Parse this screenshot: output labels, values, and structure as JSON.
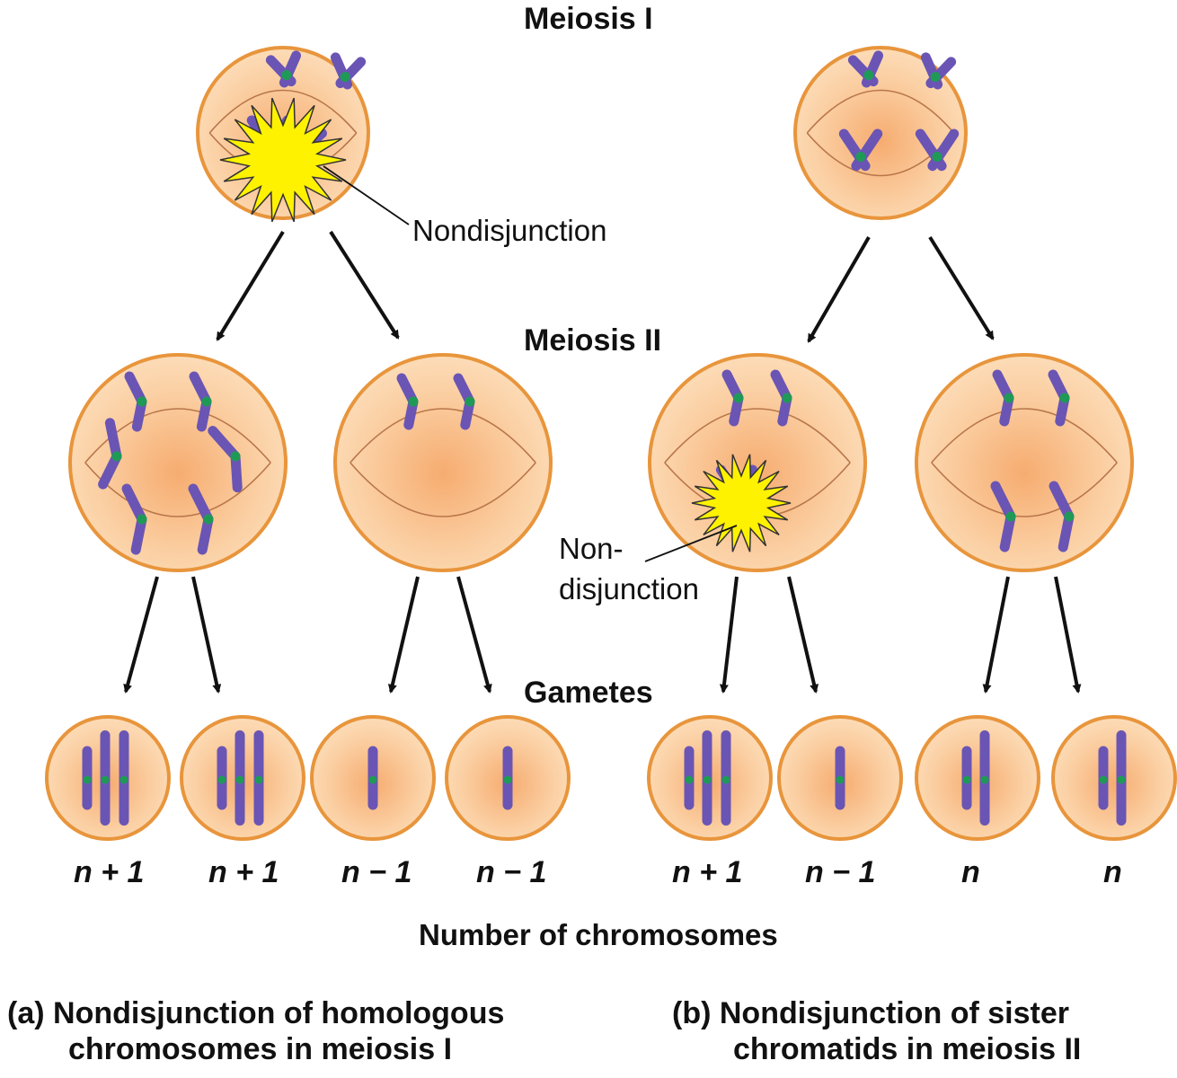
{
  "stages": {
    "meiosis1": "Meiosis I",
    "meiosis2": "Meiosis II",
    "gametes": "Gametes"
  },
  "callouts": {
    "nondisjunction_a": "Nondisjunction",
    "nondisjunction_b_line1": "Non-",
    "nondisjunction_b_line2": "disjunction"
  },
  "gamete_counts": [
    "n + 1",
    "n + 1",
    "n − 1",
    "n − 1",
    "n + 1",
    "n − 1",
    "n",
    "n"
  ],
  "axis_label": "Number of chromosomes",
  "panels": {
    "a": {
      "tag": "(a)",
      "line1": "Nondisjunction of homologous",
      "line2": "chromosomes in meiosis I"
    },
    "b": {
      "tag": "(b)",
      "line1": "Nondisjunction of sister",
      "line2": "chromatids in meiosis II"
    }
  },
  "colors": {
    "cell_fill": "#fbd3a8",
    "cell_center": "#f8b27a",
    "cell_border": "#e8953c",
    "chromosome": "#6a55b4",
    "centromere": "#1f9a56",
    "burst": "#fff200",
    "arrow": "#111111"
  }
}
